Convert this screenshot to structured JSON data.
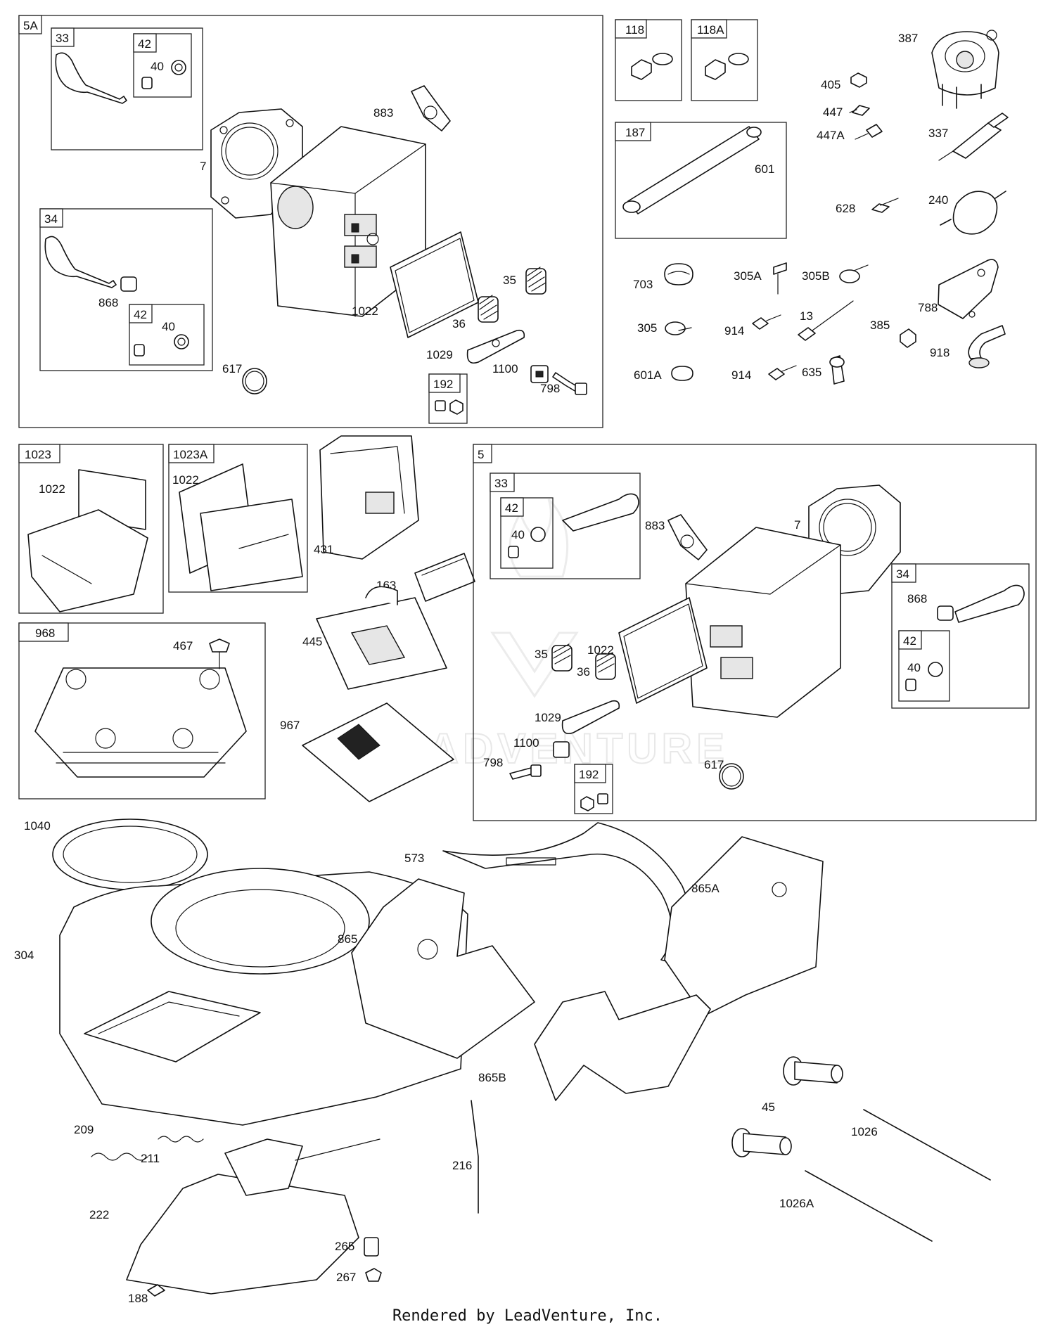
{
  "footer": "Rendered by LeadVenture, Inc.",
  "watermark": {
    "text": "LEADVENTURE"
  },
  "box_headers": {
    "kit_5a": "5A",
    "valve_33_top": "33",
    "seal_42_top": "42",
    "valve_34_top": "34",
    "seal_42_top2": "42",
    "screw_192_top": "192",
    "kit_118": "118",
    "kit_118a": "118A",
    "tube_187": "187",
    "cover_1023": "1023",
    "cover_1023a": "1023A",
    "cover_968": "968",
    "kit_5": "5",
    "valve_33_bot": "33",
    "seal_42_bot": "42",
    "valve_34_bot": "34",
    "seal_42_bot2": "42",
    "screw_192_bot": "192"
  },
  "labels": {
    "p883a": "883",
    "p7a": "7",
    "p40a": "40",
    "p868a": "868",
    "p40b": "40",
    "p1022a": "1022",
    "p35a": "35",
    "p36a": "36",
    "p1029a": "1029",
    "p1100a": "1100",
    "p798a": "798",
    "p617a": "617",
    "p601": "601",
    "p387": "387",
    "p405": "405",
    "p447": "447",
    "p447a": "447A",
    "p337": "337",
    "p628": "628",
    "p240": "240",
    "p703": "703",
    "p305a": "305A",
    "p305b": "305B",
    "p788": "788",
    "p305": "305",
    "p914a": "914",
    "p13": "13",
    "p385": "385",
    "p918": "918",
    "p601a": "601A",
    "p914b": "914",
    "p635": "635",
    "p1022b": "1022",
    "p1022c": "1022",
    "p431": "431",
    "p163": "163",
    "p467": "467",
    "p445": "445",
    "p967": "967",
    "p40c": "40",
    "p883b": "883",
    "p7b": "7",
    "p868b": "868",
    "p40d": "40",
    "p1022d": "1022",
    "p35b": "35",
    "p36b": "36",
    "p1029b": "1029",
    "p1100b": "1100",
    "p798b": "798",
    "p617b": "617",
    "p1040": "1040",
    "p304": "304",
    "p865": "865",
    "p573": "573",
    "p865a": "865A",
    "p865b": "865B",
    "p45": "45",
    "p1026": "1026",
    "p1026a": "1026A",
    "p209": "209",
    "p211": "211",
    "p216": "216",
    "p222": "222",
    "p265": "265",
    "p267": "267",
    "p188": "188"
  }
}
